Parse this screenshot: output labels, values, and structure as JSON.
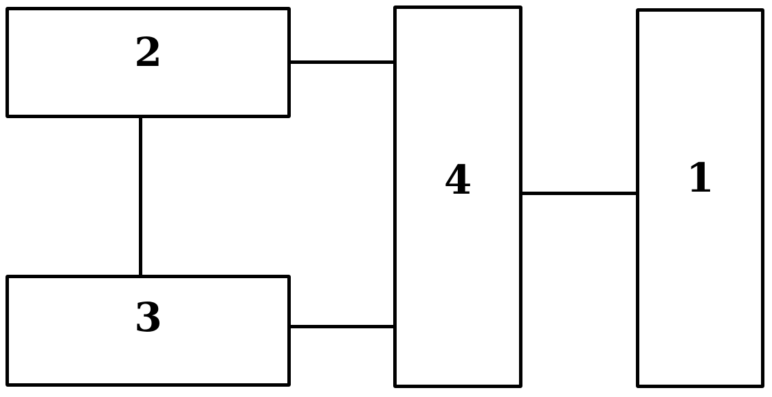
{
  "diagram": {
    "type": "block-diagram",
    "background_color": "#ffffff",
    "line_color": "#000000",
    "blocks": [
      {
        "id": "2",
        "label": "2",
        "position": "top-left"
      },
      {
        "id": "3",
        "label": "3",
        "position": "bottom-left"
      },
      {
        "id": "4",
        "label": "4",
        "position": "center"
      },
      {
        "id": "1",
        "label": "1",
        "position": "right"
      }
    ],
    "connections": [
      {
        "from": "2",
        "to": "4",
        "orientation": "horizontal"
      },
      {
        "from": "3",
        "to": "4",
        "orientation": "horizontal"
      },
      {
        "from": "4",
        "to": "1",
        "orientation": "horizontal"
      },
      {
        "from": "2",
        "to": "3",
        "orientation": "vertical"
      }
    ]
  }
}
